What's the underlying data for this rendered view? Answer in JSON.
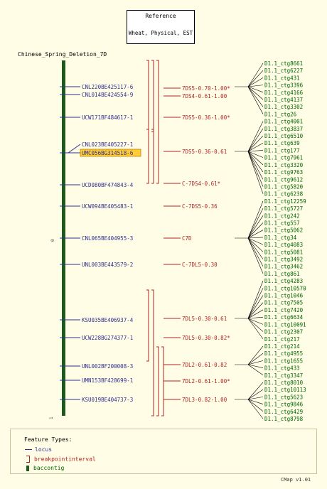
{
  "reference": {
    "title": "Reference",
    "subtitle": "Wheat, Physical, EST"
  },
  "map_title": "Chinese_Spring_Deletion_7D",
  "scale_labels": {
    "top": "0",
    "bottom": "1"
  },
  "loci": [
    "CNL220BE425117-6",
    "CNL014BE424554-9",
    "UCW171BF484617-1",
    "CNL023BE405227-1",
    "UMC056BG314518-6",
    "UCD080BF474843-4",
    "UCW094BE405483-1",
    "CNL065BE404955-3",
    "UNL003BE443579-2",
    "KSU035BE406937-4",
    "UCW228BG274377-1",
    "UNL002BF200008-3",
    "UMN153BF428699-1",
    "KSU019BE404737-3"
  ],
  "highlighted_locus": "UMC056BG314518-6",
  "intervals": [
    "7DS5-0.70-1.00*",
    "7DS4-0.61-1.00",
    "7DS5-0.36-1.00*",
    "7DS5-0.36-0.61",
    "C-7DS4-0.61*",
    "C-7DS5-0.36",
    "C7D",
    "C-7DL5-0.30",
    "7DL5-0.30-0.61",
    "7DL5-0.30-0.82*",
    "7DL2-0.61-0.82",
    "7DL2-0.61-1.00*",
    "7DL3-0.82-1.00"
  ],
  "contigs": [
    "D1.1_ctg8661",
    "D1.1_ctg6227",
    "D1.1_ctg431",
    "D1.1_ctg3396",
    "D1.1_ctg4166",
    "D1.1_ctg4137",
    "D1.1_ctg3302",
    "D1.1_ctg26",
    "D1.1_ctg4001",
    "D1.1_ctg3837",
    "D1.1_ctg6510",
    "D1.1_ctg639",
    "D1.1_ctg177",
    "D1.1_ctg7961",
    "D1.1_ctg3320",
    "D1.1_ctg9763",
    "D1.1_ctg9612",
    "D1.1_ctg5820",
    "D1.1_ctg6238",
    "D1.1_ctg12259",
    "D1.1_ctg5727",
    "D1.1_ctg242",
    "D1.1_ctg557",
    "D1.1_ctg5062",
    "D1.1_ctg34",
    "D1.1_ctg4083",
    "D1.1_ctg5081",
    "D1.1_ctg3492",
    "D1.1_ctg3462",
    "D1.1_ctg861",
    "D1.1_ctg4283",
    "D1.1_ctg10570",
    "D1.1_ctg1046",
    "D1.1_ctg7505",
    "D1.1_ctg7420",
    "D1.1_ctg6634",
    "D1.1_ctg10091",
    "D1.1_ctg2307",
    "D1.1_ctg217",
    "D1.1_ctg214",
    "D1.1_ctg4955",
    "D1.1_ctg1655",
    "D1.1_ctg433",
    "D1.1_ctg3347",
    "D1.1_ctg8010",
    "D1.1_ctg10113",
    "D1.1_ctg5623",
    "D1.1_ctg9846",
    "D1.1_ctg6429",
    "D1.1_ctg8798"
  ],
  "legend": {
    "title": "Feature Types:",
    "items": [
      {
        "label": "locus",
        "icon": "line-icon"
      },
      {
        "label": "breakpointinterval",
        "icon": "bracket-icon"
      },
      {
        "label": "baccontig",
        "icon": "bar-icon"
      }
    ]
  },
  "version": "CMap v1.01",
  "colors": {
    "locus": "#2e2e8c",
    "interval": "#b22222",
    "contig": "#006400",
    "chromosome_bar": "#1e5a1e",
    "highlight_bg": "#ffcc33",
    "background": "#fffde6"
  }
}
